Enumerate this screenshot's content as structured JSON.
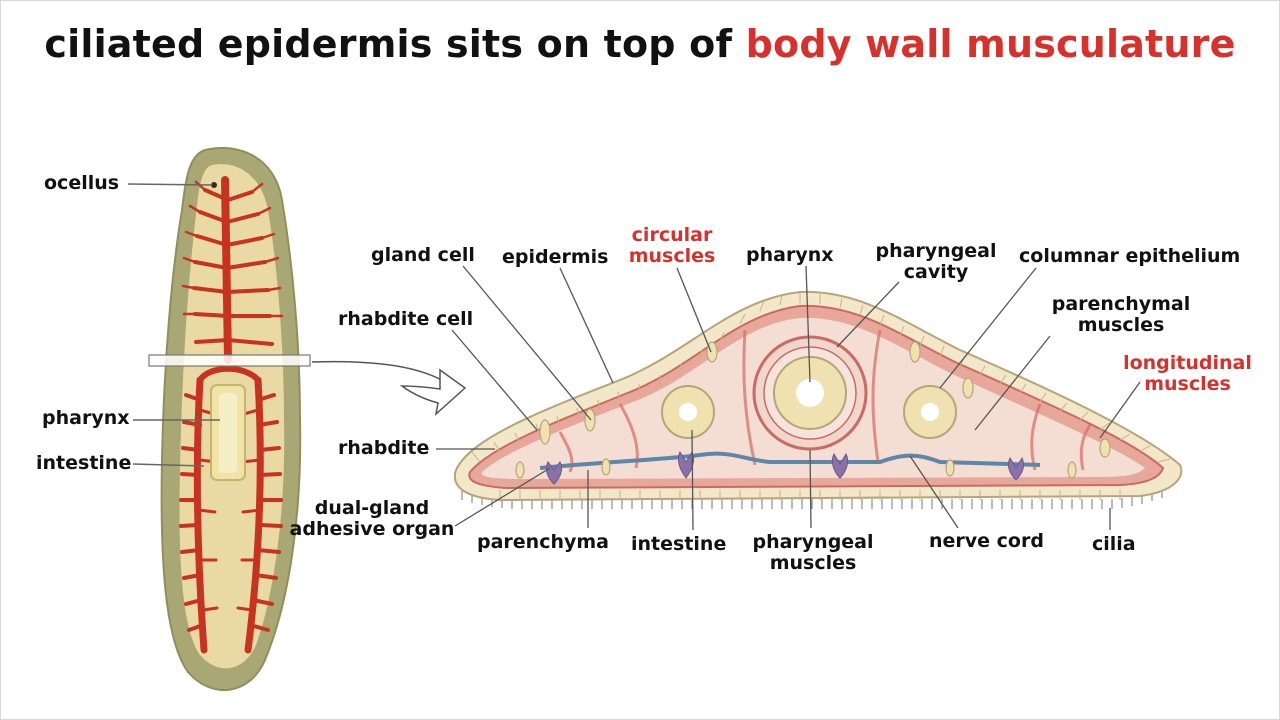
{
  "title": {
    "part1": "ciliated epidermis sits on top of ",
    "part2": "body wall musculature"
  },
  "colors": {
    "accent": "#d9302b",
    "text": "#111111",
    "worm_body": "#b7b27a",
    "gut_red": "#c8331f",
    "tissue_pink": "#f3d8cf",
    "muscle_red": "#d9706a",
    "nerve_blue": "#5d86a8",
    "gland_yellow": "#efe2b0",
    "adhesive_purple": "#8a72a8"
  },
  "left_labels": {
    "ocellus": "ocellus",
    "pharynx": "pharynx",
    "intestine": "intestine"
  },
  "section_labels": {
    "gland_cell": "gland cell",
    "epidermis": "epidermis",
    "circular_muscles": [
      "circular",
      "muscles"
    ],
    "pharynx": "pharynx",
    "pharyngeal_cavity": [
      "pharyngeal",
      "cavity"
    ],
    "columnar_epithelium": "columnar epithelium",
    "rhabdite_cell": "rhabdite cell",
    "parenchymal_muscles": [
      "parenchymal",
      "muscles"
    ],
    "longitudinal_muscles": [
      "longitudinal",
      "muscles"
    ],
    "rhabdite": "rhabdite",
    "dual_gland": [
      "dual-gland",
      "adhesive organ"
    ],
    "parenchyma": "parenchyma",
    "intestine": "intestine",
    "pharyngeal_muscles": [
      "pharyngeal",
      "muscles"
    ],
    "nerve_cord": "nerve cord",
    "cilia": "cilia"
  }
}
